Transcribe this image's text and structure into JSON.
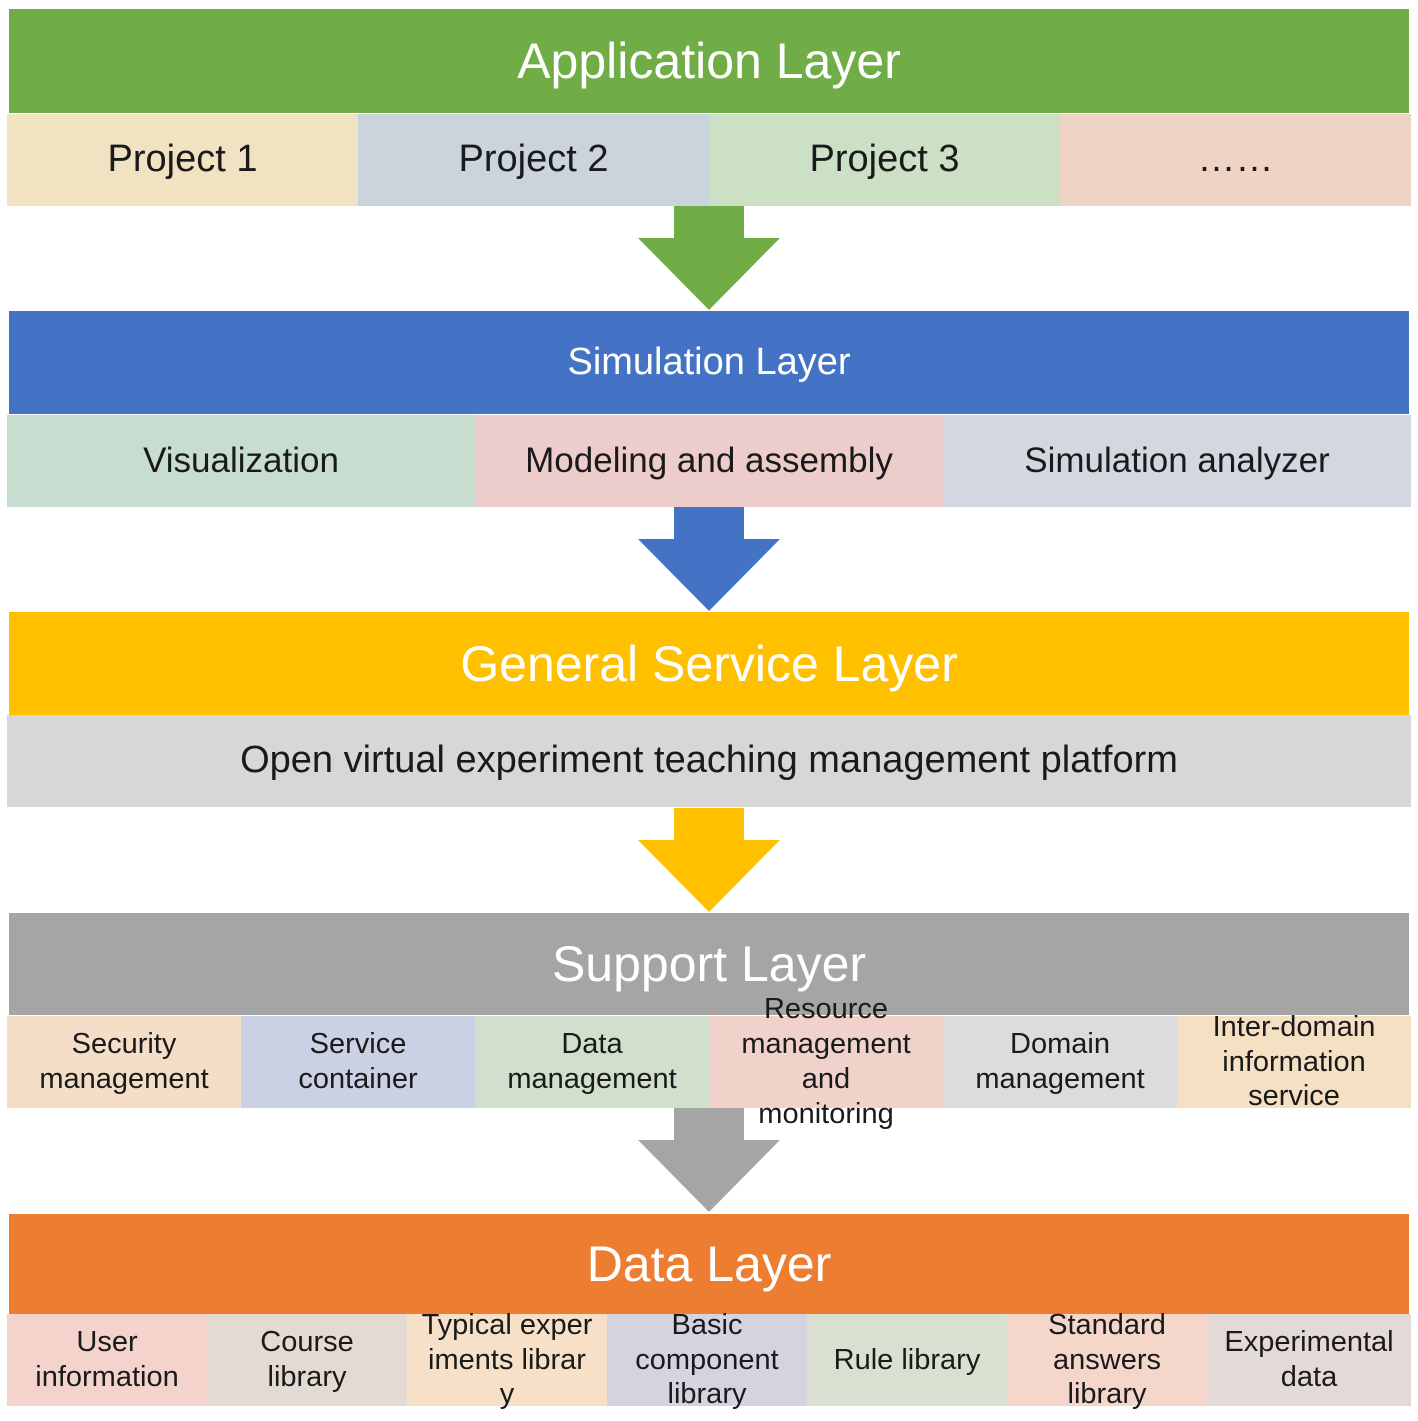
{
  "application": {
    "title": "Application Layer",
    "color": "#70AD47",
    "items": [
      {
        "label": "Project 1",
        "bg": "#F1E2C2"
      },
      {
        "label": "Project 2",
        "bg": "#CBD4DD"
      },
      {
        "label": "Project 3",
        "bg": "#CCE0C6"
      },
      {
        "label": "……",
        "bg": "#EFD3C5"
      }
    ]
  },
  "simulation": {
    "title": "Simulation Layer",
    "color": "#4472C4",
    "items": [
      {
        "label": "Visualization",
        "bg": "#C7DDD0"
      },
      {
        "label": "Modeling and assembly",
        "bg": "#ECCDCB"
      },
      {
        "label": "Simulation analyzer",
        "bg": "#D4D7DF"
      }
    ]
  },
  "general_service": {
    "title": "General Service Layer",
    "color": "#FFC000",
    "platform": "Open virtual experiment teaching management platform",
    "platform_bg": "#D8D6D9"
  },
  "support": {
    "title": "Support Layer",
    "color": "#A5A5A5",
    "items": [
      {
        "label": "Security management",
        "bg": "#F4DEC7"
      },
      {
        "label": "Service container",
        "bg": "#CBD1E5"
      },
      {
        "label": "Data management",
        "bg": "#D0E0CD"
      },
      {
        "label": "Resource management and monitoring",
        "bg": "#F1D2CB"
      },
      {
        "label": "Domain management",
        "bg": "#DCDCDE"
      },
      {
        "label": "Inter-domain information service",
        "bg": "#F5E0C3"
      }
    ]
  },
  "data_layer": {
    "title": "Data Layer",
    "color": "#ED7D31",
    "items": [
      {
        "label": "User information",
        "bg": "#F3D3CB"
      },
      {
        "label": "Course library",
        "bg": "#E2DAD3"
      },
      {
        "label": "Typical experiments library",
        "bg": "#F6E0C8"
      },
      {
        "label": "Basic component library",
        "bg": "#D6D3E1"
      },
      {
        "label": "Rule library",
        "bg": "#D9E0CF"
      },
      {
        "label": "Standard answers library",
        "bg": "#F4D6CB"
      },
      {
        "label": "Experimental data",
        "bg": "#E3DAD8"
      }
    ]
  },
  "arrows": {
    "colors": [
      "#70AD47",
      "#4472C4",
      "#FFC000",
      "#A5A5A5"
    ]
  }
}
